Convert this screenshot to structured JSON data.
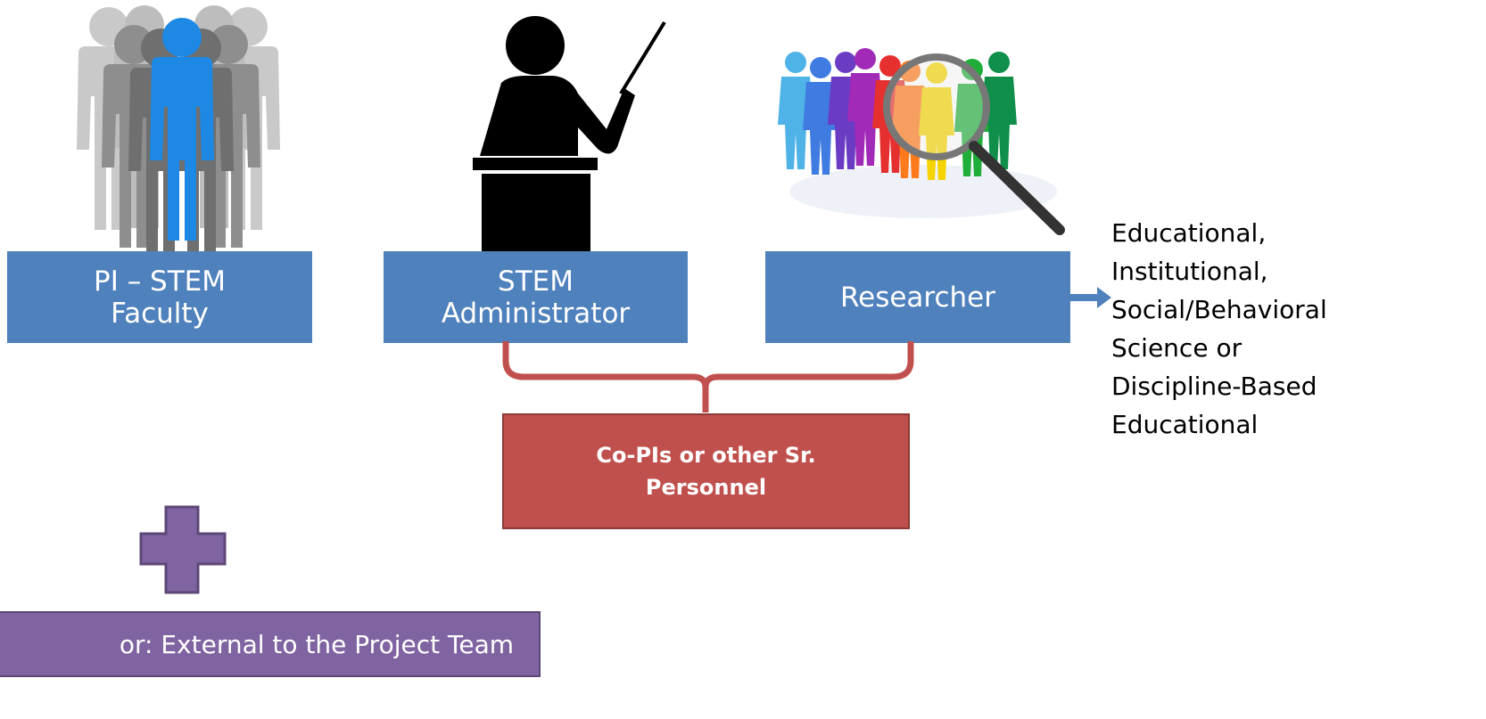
{
  "roles": [
    {
      "line1": "PI – STEM",
      "line2": "Faculty",
      "icon": "faculty-group-icon"
    },
    {
      "line1": "STEM",
      "line2": "Administrator",
      "icon": "presenter-podium-icon"
    },
    {
      "line1": "Researcher",
      "line2": "",
      "icon": "researcher-group-magnifier-icon"
    }
  ],
  "researcher_types": [
    "Educational,",
    "Institutional,",
    "Social/Behavioral",
    "Science or",
    "Discipline-Based",
    "Educational"
  ],
  "co_pi_box": {
    "line1": "Co-PIs or other Sr.",
    "line2": "Personnel"
  },
  "evaluator_box": {
    "label": "or: External to the Project Team"
  },
  "colors": {
    "role_box": "#4f81bd",
    "co_pi_box": "#c0504d",
    "bracket": "#c0504d",
    "evaluator_box": "#8064a2",
    "plus": "#8064a2",
    "highlight_person": "#1e88e5"
  }
}
